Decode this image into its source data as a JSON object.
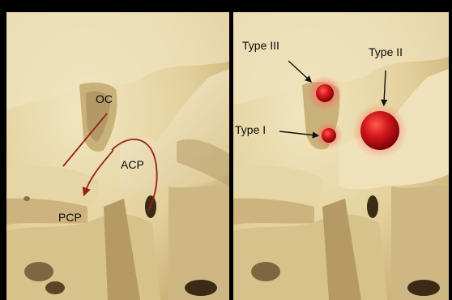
{
  "left_panel": {
    "labels": {
      "oc": "OC",
      "acp": "ACP",
      "pcp": "PCP"
    }
  },
  "right_panel": {
    "labels": {
      "type_iii": "Type III",
      "type_ii": "Type II",
      "type_i": "Type I"
    }
  },
  "colors": {
    "background": "#000000",
    "bone_light": "#eadcae",
    "bone_mid": "#d5c08a",
    "bone_shadow": "#8f7a4a",
    "annotation_arrow": "#9a1f1a",
    "aneurysm_red": "#c8141a",
    "aneurysm_glow": "#ff6a5a"
  }
}
